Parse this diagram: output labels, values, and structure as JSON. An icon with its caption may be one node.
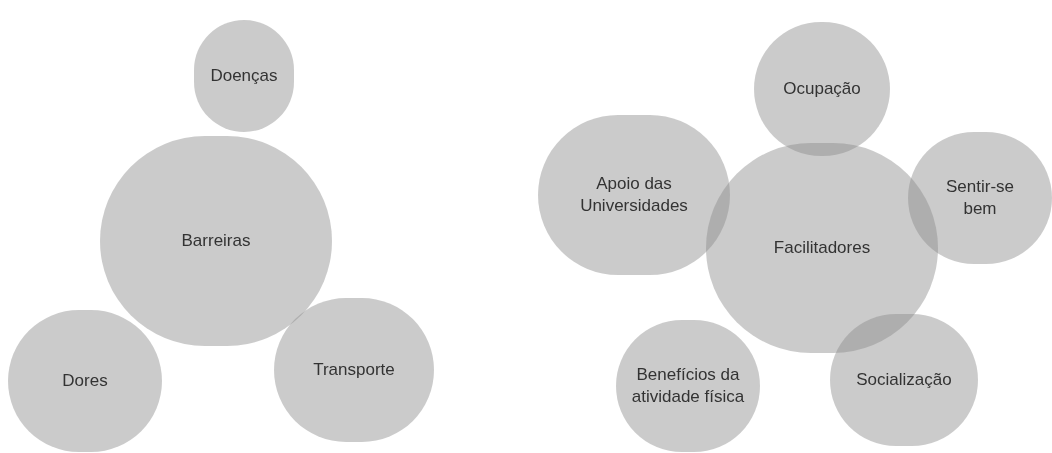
{
  "diagram": {
    "nodes": [
      {
        "text": [
          "Doenças"
        ]
      },
      {
        "text": [
          "Barreiras"
        ]
      },
      {
        "text": [
          "Dores"
        ]
      },
      {
        "text": [
          "Transporte"
        ]
      },
      {
        "text": [
          "Ocupação"
        ]
      },
      {
        "text": [
          "Apoio das Universidades"
        ]
      },
      {
        "text": [
          "Sentir-se bem"
        ]
      },
      {
        "text": [
          "Facilitadores"
        ]
      },
      {
        "text": [
          "Benefícios da atividade física"
        ]
      },
      {
        "text": [
          "Socialização"
        ]
      }
    ]
  }
}
